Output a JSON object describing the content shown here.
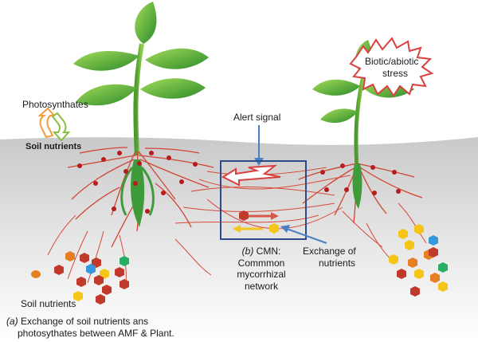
{
  "labels": {
    "photosynthates": "Photosynthates",
    "soil_nutrients_top": "Soil nutrients",
    "alert_signal": "Alert signal",
    "stress_line1": "Biotic/abiotic",
    "stress_line2": "stress",
    "exchange_line1": "Exchange of",
    "exchange_line2": "nutrients",
    "cmn_tag": "(b)",
    "cmn_line1": "CMN:",
    "cmn_line2": "Commmon",
    "cmn_line3": "mycorrhizal",
    "cmn_line4": "network",
    "soil_nutrients_bottom": "Soil nutrients",
    "caption_tag": "(a)",
    "caption_line1": "Exchange of soil nutrients ans",
    "caption_line2": "photosythates between AMF & Plant."
  },
  "colors": {
    "leaf_dark": "#2e8b2e",
    "leaf_light": "#8fd14f",
    "root": "#c0392b",
    "hypha": "#d84a3a",
    "soil": "#d9d9d9",
    "cmn_box": "#2b4a8b",
    "arrow_blue": "#4a7fc1",
    "starburst": "#d94040",
    "arrow_photosynthates": "#f39c3c",
    "arrow_nutrients": "#8bbf3f"
  },
  "nutrient_colors": [
    "#c0392b",
    "#f5c518",
    "#e67e22",
    "#27ae60",
    "#3498db"
  ]
}
